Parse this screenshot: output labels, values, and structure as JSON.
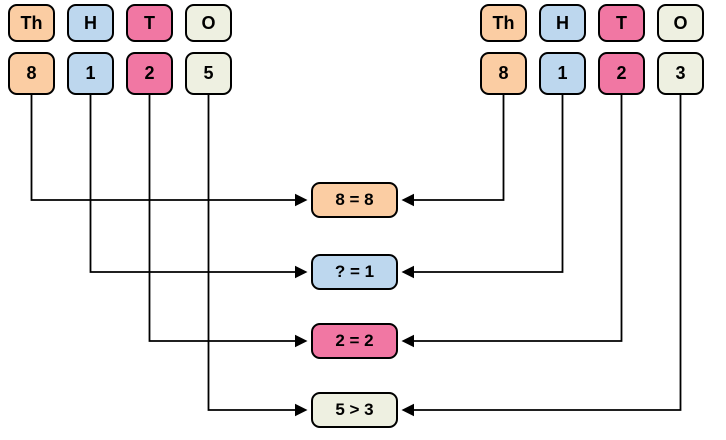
{
  "colors": {
    "thousands": "#FBCDA3",
    "hundreds": "#BDD7EE",
    "tens": "#F177A3",
    "ones": "#EEF0E1",
    "line": "#000000"
  },
  "left_number": {
    "headers": [
      "Th",
      "H",
      "T",
      "O"
    ],
    "digits": [
      "8",
      "1",
      "2",
      "5"
    ]
  },
  "right_number": {
    "headers": [
      "Th",
      "H",
      "T",
      "O"
    ],
    "digits": [
      "8",
      "1",
      "2",
      "3"
    ]
  },
  "comparisons": [
    {
      "label": "8 = 8"
    },
    {
      "label": "? = 1"
    },
    {
      "label": "2 = 2"
    },
    {
      "label": "5 > 3"
    }
  ]
}
